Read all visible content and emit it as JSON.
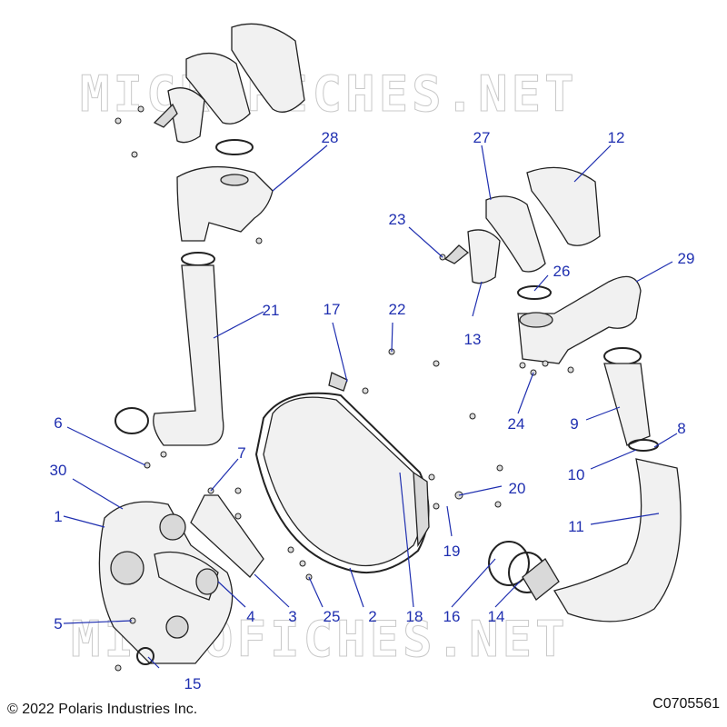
{
  "watermark": "MICROFICHES.NET",
  "footer": {
    "copyright": "© 2022 Polaris Industries Inc.",
    "code": "C0705561"
  },
  "colors": {
    "callout": "#1f2fb0",
    "outline": "#222222",
    "watermark": "#c9c9c9"
  },
  "callouts": [
    "1",
    "2",
    "3",
    "4",
    "5",
    "6",
    "7",
    "8",
    "9",
    "10",
    "11",
    "12",
    "13",
    "14",
    "15",
    "16",
    "17",
    "18",
    "19",
    "20",
    "21",
    "22",
    "23",
    "24",
    "25",
    "26",
    "27",
    "28",
    "29",
    "30"
  ]
}
